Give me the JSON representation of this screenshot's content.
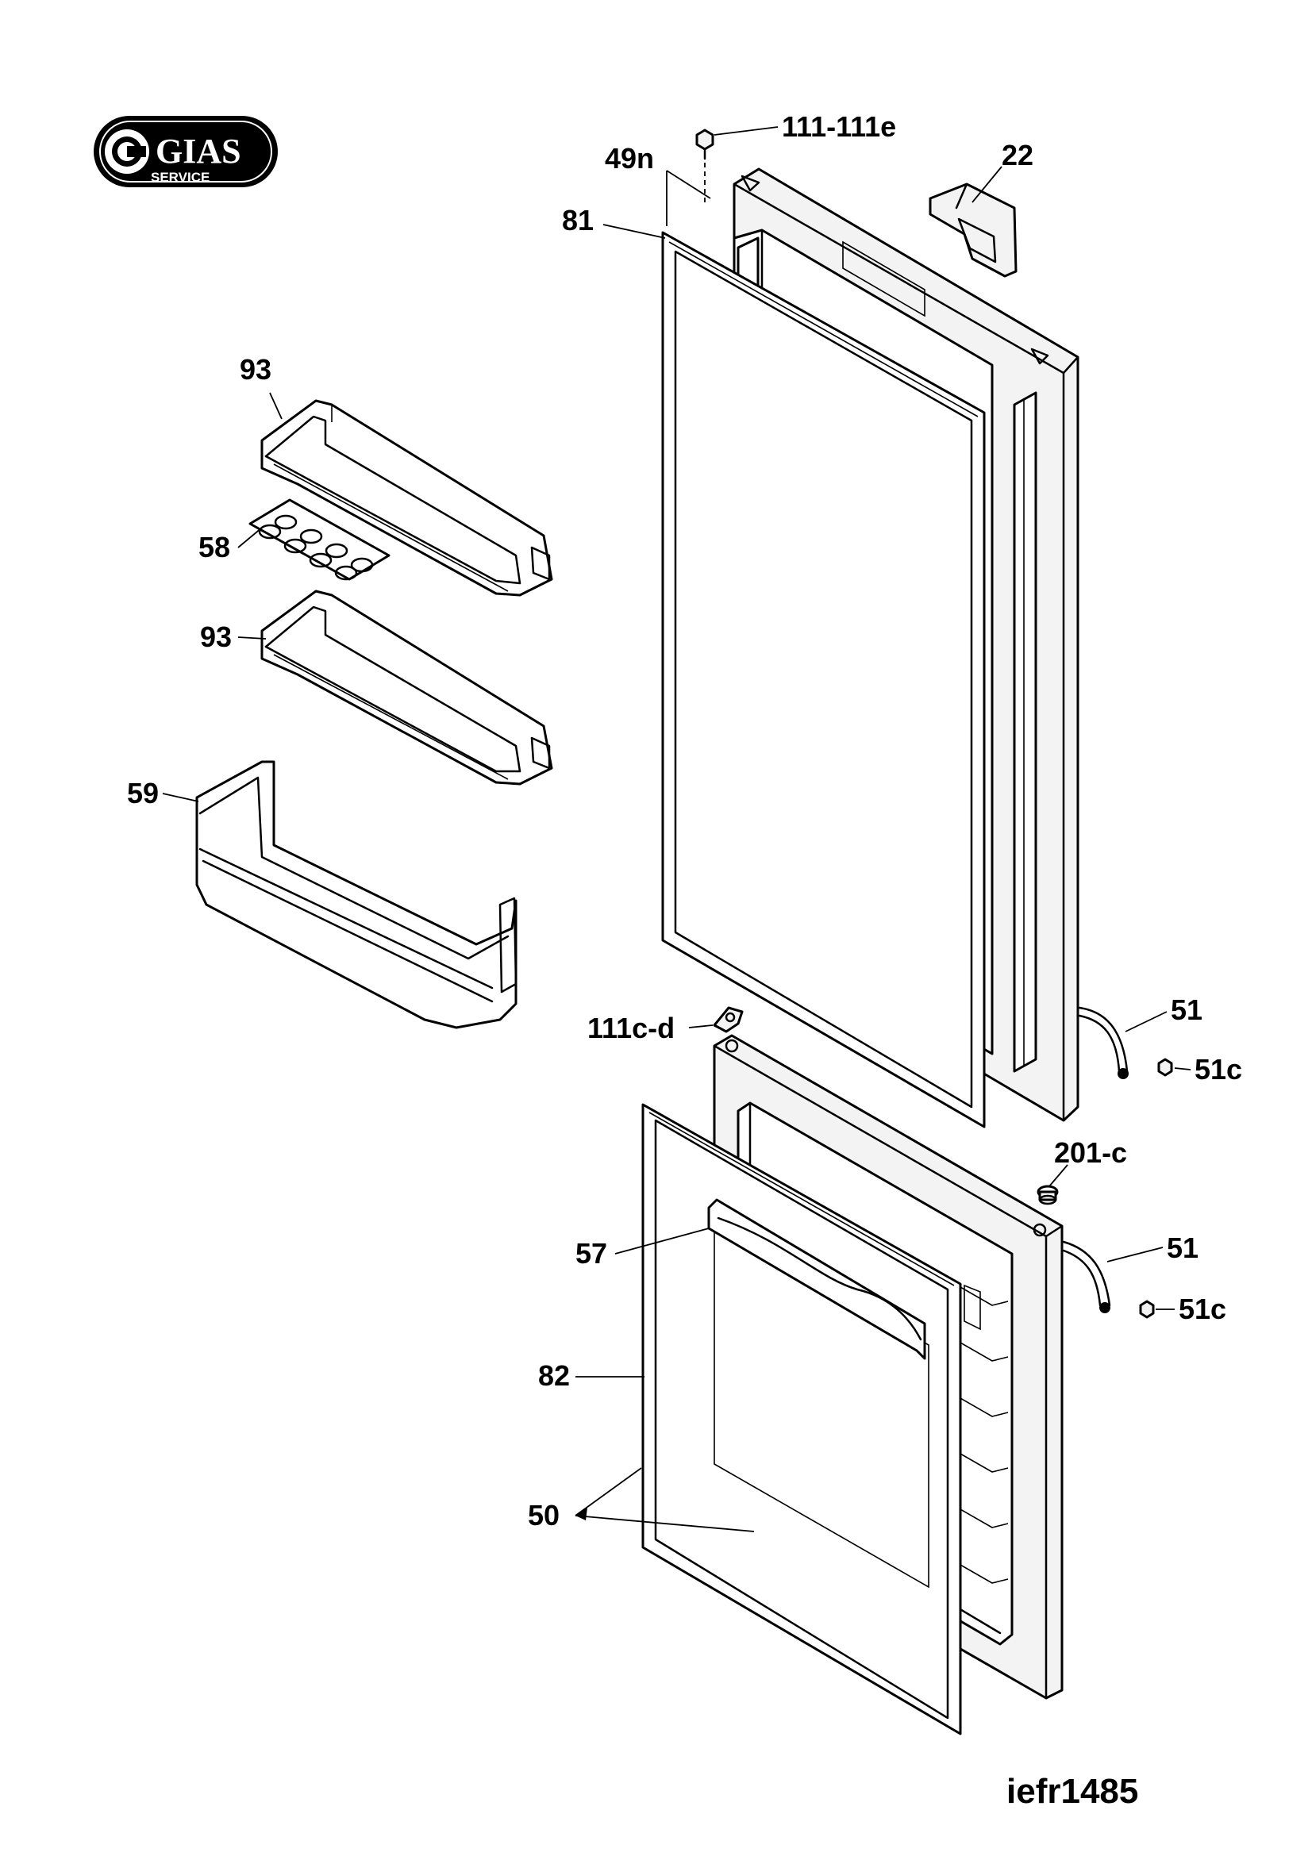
{
  "logo": {
    "brand": "GIAS",
    "sub": "SERVICE"
  },
  "drawing_code": "iefr1485",
  "callouts": {
    "c111_111e": "111-111e",
    "c49n": "49n",
    "c22": "22",
    "c81": "81",
    "c93_top": "93",
    "c58": "58",
    "c93_mid": "93",
    "c59": "59",
    "c111c_d": "111c-d",
    "c51_top": "51",
    "c51c_top": "51c",
    "c201_c": "201-c",
    "c51_bot": "51",
    "c51c_bot": "51c",
    "c57": "57",
    "c82": "82",
    "c50": "50"
  },
  "colors": {
    "ink": "#000000",
    "paper": "#ffffff",
    "part_fill": "#f3f3f3"
  }
}
